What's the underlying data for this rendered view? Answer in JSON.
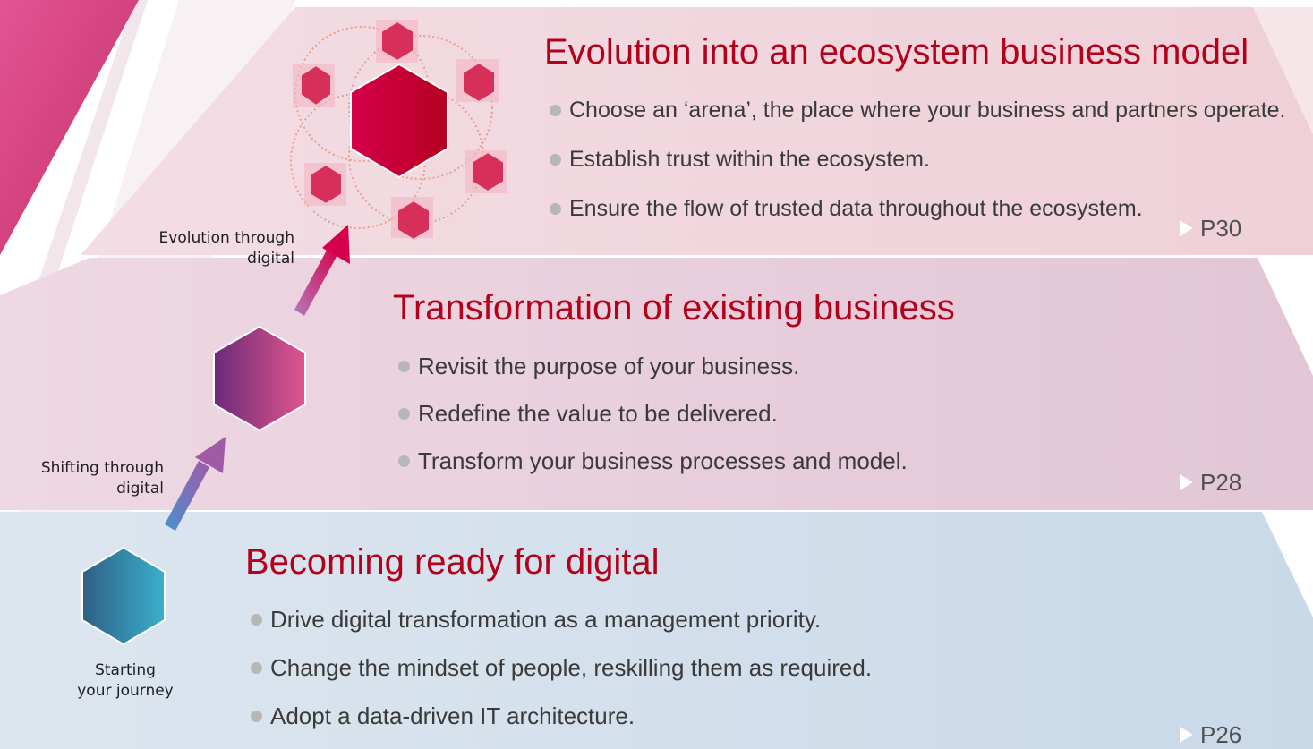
{
  "tiers": [
    {
      "title": "Evolution into an ecosystem business model",
      "bullets": [
        "Choose an ‘arena’, the place where your business and partners operate.",
        "Establish trust within the ecosystem.",
        "Ensure the flow of trusted data throughout the ecosystem."
      ],
      "page_ref": "P30",
      "color": "#f0d2dc"
    },
    {
      "title": "Transformation of existing business",
      "bullets": [
        "Revisit the purpose of your business.",
        "Redefine the value to be delivered.",
        "Transform your business processes and model."
      ],
      "page_ref": "P28",
      "color": "#e6cad9"
    },
    {
      "title": "Becoming ready for digital",
      "bullets": [
        "Drive digital transformation as a management priority.",
        "Change the mindset of people, reskilling them as required.",
        "Adopt a data-driven IT architecture."
      ],
      "page_ref": "P26",
      "color": "#cadbea"
    }
  ],
  "steps": {
    "evolution": [
      "Evolution through",
      "digital"
    ],
    "shifting": [
      "Shifting through",
      "digital"
    ],
    "starting": [
      "Starting",
      "your journey"
    ]
  },
  "colors": {
    "title_red": "#b3001b",
    "ecosystem_red": "#c8004a",
    "transform_purple": "#8a3a8a",
    "ready_teal": "#2e8aa8"
  }
}
